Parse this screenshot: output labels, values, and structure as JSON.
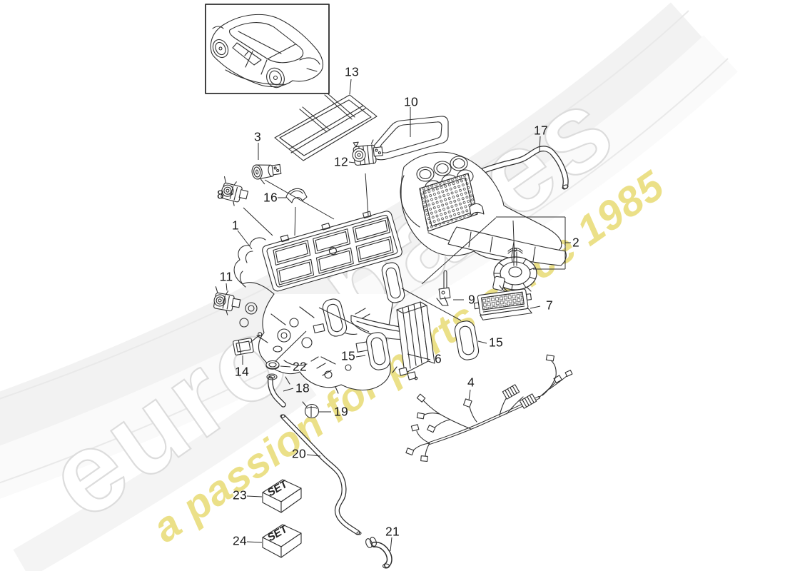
{
  "watermark": {
    "brand_text": "eurospares",
    "tagline_text": "a passion for parts since 1985",
    "brand_fill": "#ffffff",
    "brand_outline": "#dcdcdc",
    "tagline_color": "#e9dd7c"
  },
  "drawing": {
    "line_color": "#2e2e2e",
    "background_color": "#ffffff",
    "label_color": "#1a1a1a"
  },
  "callouts": [
    {
      "label": "13"
    },
    {
      "label": "10"
    },
    {
      "label": "3"
    },
    {
      "label": "17"
    },
    {
      "label": "12"
    },
    {
      "label": "8"
    },
    {
      "label": "16"
    },
    {
      "label": "1"
    },
    {
      "label": "2"
    },
    {
      "label": "11"
    },
    {
      "label": "9"
    },
    {
      "label": "7"
    },
    {
      "label": "15"
    },
    {
      "label": "15"
    },
    {
      "label": "6"
    },
    {
      "label": "14"
    },
    {
      "label": "22"
    },
    {
      "label": "18"
    },
    {
      "label": "19"
    },
    {
      "label": "20"
    },
    {
      "label": "4"
    },
    {
      "label": "21"
    },
    {
      "label": "23"
    },
    {
      "label": "24"
    }
  ],
  "kit_boxes": [
    {
      "label": "SET"
    },
    {
      "label": "SET"
    }
  ]
}
